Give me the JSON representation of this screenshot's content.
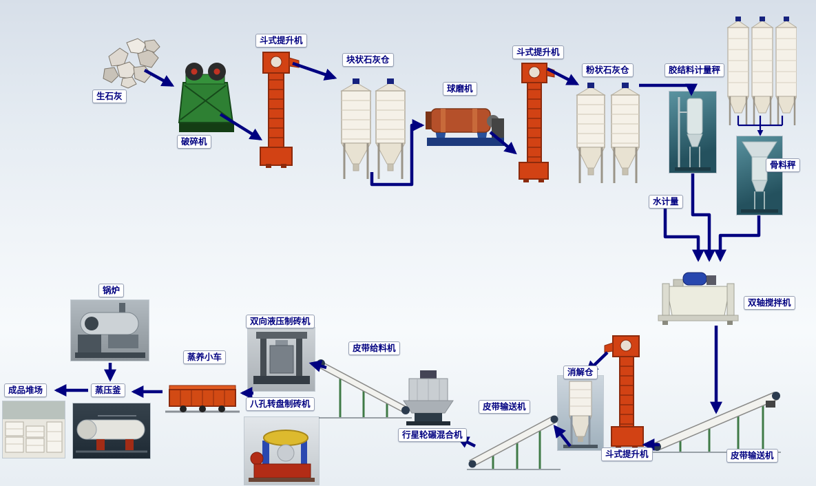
{
  "colors": {
    "arrow": "#000080",
    "label_text": "#000080",
    "label_bg": "#ffffff",
    "elevator_red": "#d24214",
    "crusher_green": "#2e8033",
    "silo_white": "#f5f1e8"
  },
  "nodes": {
    "quicklime": {
      "label": "生石灰"
    },
    "crusher": {
      "label": "破碎机"
    },
    "bucket_elevator_1": {
      "label": "斗式提升机"
    },
    "lump_lime_silo": {
      "label": "块状石灰仓"
    },
    "ball_mill": {
      "label": "球磨机"
    },
    "bucket_elevator_2": {
      "label": "斗式提升机"
    },
    "powder_lime_silo": {
      "label": "粉状石灰仓"
    },
    "binder_metering_scale": {
      "label": "胶结料计量秤"
    },
    "aggregate_scale": {
      "label": "骨料秤"
    },
    "water_metering": {
      "label": "水计量"
    },
    "twin_shaft_mixer": {
      "label": "双轴搅拌机"
    },
    "slaking_bin": {
      "label": "消解仓"
    },
    "bucket_elevator_3": {
      "label": "斗式提升机"
    },
    "belt_conveyor_1": {
      "label": "皮带输送机"
    },
    "belt_conveyor_2": {
      "label": "皮带输送机"
    },
    "planetary_mixer": {
      "label": "行星轮碾混合机"
    },
    "belt_feeder": {
      "label": "皮带给料机"
    },
    "hydraulic_brick_machine": {
      "label": "双向液压制砖机"
    },
    "rotary_brick_machine": {
      "label": "八孔转盘制砖机"
    },
    "steam_curing_cart": {
      "label": "蒸养小车"
    },
    "autoclave": {
      "label": "蒸压釜"
    },
    "boiler": {
      "label": "锅炉"
    },
    "product_yard": {
      "label": "成品堆场"
    }
  }
}
